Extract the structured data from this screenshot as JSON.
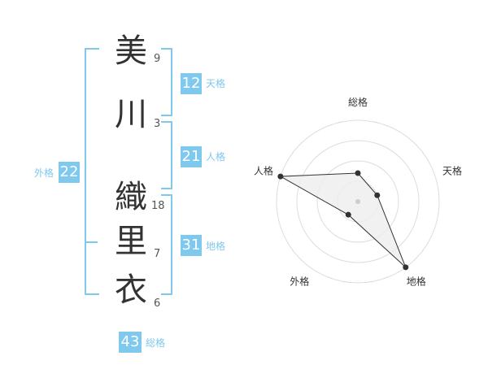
{
  "name_chars": [
    {
      "char": "美",
      "strokes": "9"
    },
    {
      "char": "川",
      "strokes": "3"
    },
    {
      "char": "織",
      "strokes": "18"
    },
    {
      "char": "里",
      "strokes": "7"
    },
    {
      "char": "衣",
      "strokes": "6"
    }
  ],
  "fortune": {
    "tenkaku": {
      "label": "天格",
      "value": "12"
    },
    "jinkaku": {
      "label": "人格",
      "value": "21"
    },
    "chikaku": {
      "label": "地格",
      "value": "31"
    },
    "gaikaku": {
      "label": "外格",
      "value": "22"
    },
    "soukaku": {
      "label": "総格",
      "value": "43"
    }
  },
  "colors": {
    "accent": "#7fc8ee",
    "text": "#333333",
    "grid": "#dddddd",
    "fill": "#eeeeee"
  },
  "chart_data": {
    "type": "radar",
    "axes": [
      "総格",
      "天格",
      "地格",
      "外格",
      "人格"
    ],
    "values": [
      0.35,
      0.25,
      1.0,
      0.2,
      1.0
    ],
    "rings": 4,
    "grid": true
  }
}
